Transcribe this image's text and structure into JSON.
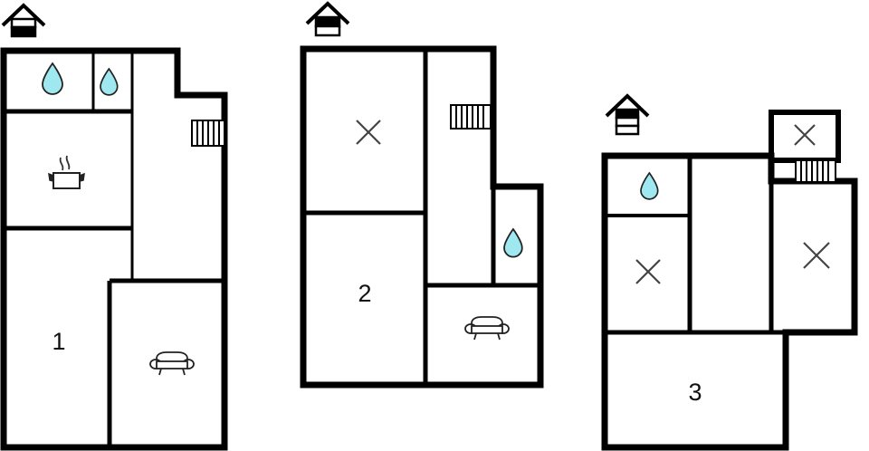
{
  "document": {
    "type": "floor-plan-set",
    "title": "",
    "background_color": "#ffffff",
    "wall_color": "#000000",
    "label_color": "#111111",
    "water_icon_fill": "#9fe8ef",
    "water_icon_stroke": "#222222",
    "floor_count": 3
  },
  "floors": [
    {
      "id": "floor-1",
      "level_label": "1",
      "level_indicator": {
        "icon": "house-icon",
        "bands": [
          "white",
          "black"
        ],
        "highlighted_band_index": 1,
        "description": "ground-floor-indicator"
      },
      "rooms": [
        {
          "name": "bathroom-upper-left",
          "icon": "water-drop-icon",
          "label": ""
        },
        {
          "name": "bathroom-upper-right",
          "icon": "water-drop-icon",
          "label": ""
        },
        {
          "name": "kitchen",
          "icon": "cooking-pot-icon",
          "label": ""
        },
        {
          "name": "living-room",
          "icon": "",
          "label": "1"
        },
        {
          "name": "lounge",
          "icon": "sofa-icon",
          "label": ""
        },
        {
          "name": "hallway",
          "icon": "",
          "label": ""
        }
      ],
      "features": [
        {
          "name": "staircase",
          "icon": "stairs-icon"
        }
      ]
    },
    {
      "id": "floor-2",
      "level_label": "2",
      "level_indicator": {
        "icon": "house-icon",
        "bands": [
          "black",
          "white"
        ],
        "highlighted_band_index": 0,
        "description": "first-floor-indicator"
      },
      "rooms": [
        {
          "name": "bedroom-upper-left",
          "icon": "cross-icon",
          "label": ""
        },
        {
          "name": "bedroom-lower-left",
          "icon": "",
          "label": "2"
        },
        {
          "name": "bathroom",
          "icon": "water-drop-icon",
          "label": ""
        },
        {
          "name": "lounge",
          "icon": "sofa-icon",
          "label": ""
        },
        {
          "name": "hallway",
          "icon": "",
          "label": ""
        }
      ],
      "features": [
        {
          "name": "staircase",
          "icon": "stairs-icon"
        }
      ]
    },
    {
      "id": "floor-3",
      "level_label": "3",
      "level_indicator": {
        "icon": "house-icon",
        "bands": [
          "black",
          "white",
          "white"
        ],
        "highlighted_band_index": 0,
        "description": "top-floor-indicator"
      },
      "rooms": [
        {
          "name": "bathroom",
          "icon": "water-drop-icon",
          "label": ""
        },
        {
          "name": "bedroom-left",
          "icon": "cross-icon",
          "label": ""
        },
        {
          "name": "bedroom-right",
          "icon": "cross-icon",
          "label": ""
        },
        {
          "name": "bedroom-small-top",
          "icon": "cross-icon",
          "label": ""
        },
        {
          "name": "living-room",
          "icon": "",
          "label": "3"
        },
        {
          "name": "hallway",
          "icon": "",
          "label": ""
        }
      ],
      "features": [
        {
          "name": "staircase",
          "icon": "stairs-icon"
        }
      ]
    }
  ],
  "icons": {
    "water_drop": "water-drop-icon",
    "cooking_pot": "cooking-pot-icon",
    "sofa": "sofa-icon",
    "stairs": "stairs-icon",
    "cross": "cross-icon",
    "house": "house-icon"
  }
}
